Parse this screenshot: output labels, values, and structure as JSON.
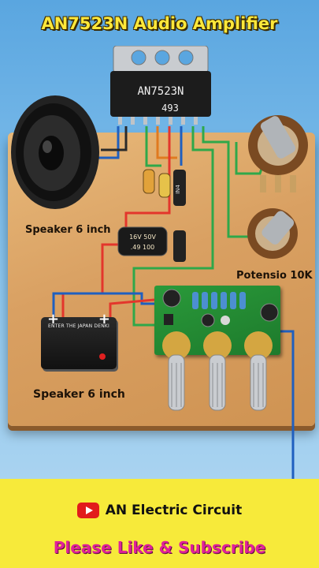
{
  "title": "AN7523N Audio Amplifier",
  "ic": {
    "part": "AN7523N",
    "code": "493"
  },
  "labels": {
    "speaker_top": "Speaker 6 inch",
    "speaker_bottom": "Speaker 6 inch",
    "potensio": "Potensio 10K",
    "battery_text": "ENTER THE JAPAN DENKI",
    "capacitor_big": "16V 50V\n.49 100"
  },
  "battery": {
    "plus_left": "+",
    "plus_right": "+"
  },
  "footer": {
    "channel_name": "AN Electric Circuit",
    "cta": "Please Like & Subscribe"
  },
  "colors": {
    "footer_bg": "#f7ea3a",
    "title": "#ffe83a",
    "cta": "#e0219a",
    "yt_red": "#e21b1b"
  }
}
